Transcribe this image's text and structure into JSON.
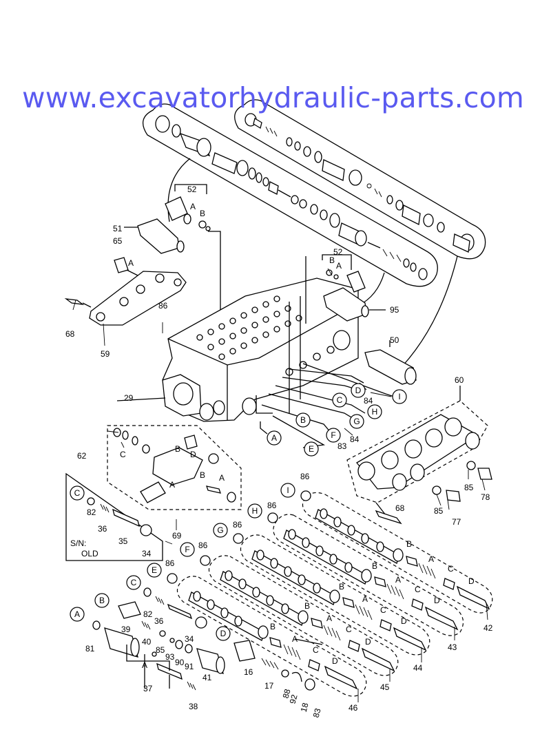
{
  "watermark": "www.excavatorhydraulic-parts.com",
  "callouts": {
    "p52a": "52",
    "p51": "51",
    "p65": "65",
    "p68a": "68",
    "p59": "59",
    "p86a": "86",
    "p29": "29",
    "p52b": "52",
    "p95": "95",
    "p50": "50",
    "p84a": "84",
    "p84b": "84",
    "p83a": "83",
    "p60": "60",
    "p62": "62",
    "p78": "78",
    "p85a": "85",
    "p85b": "85",
    "p77": "77",
    "p68b": "68",
    "p69": "69",
    "p82a": "82",
    "p36a": "36",
    "p35": "35",
    "p34a": "34",
    "p86i": "86",
    "p86h": "86",
    "p86g": "86",
    "p86f": "86",
    "p86e": "86",
    "p82b": "82",
    "p36b": "36",
    "p39": "39",
    "p40": "40",
    "p85c": "85",
    "p93": "93",
    "p90": "90",
    "p91": "91",
    "p34b": "34",
    "p81": "81",
    "p37": "37",
    "p38": "38",
    "p41": "41",
    "p16": "16",
    "p17": "17",
    "p88": "88",
    "p92": "92",
    "p18": "18",
    "p83b": "83",
    "p46": "46",
    "p45": "45",
    "p44": "44",
    "p43": "43",
    "p42": "42"
  },
  "circled_letters": {
    "A": "A",
    "B": "B",
    "C": "C",
    "D": "D",
    "E": "E",
    "F": "F",
    "G": "G",
    "H": "H",
    "I": "I"
  },
  "plain_letters": {
    "A": "A",
    "B": "B",
    "C": "C",
    "D": "D"
  },
  "serial_note": {
    "line1": "S/N:",
    "line2": "OLD"
  }
}
